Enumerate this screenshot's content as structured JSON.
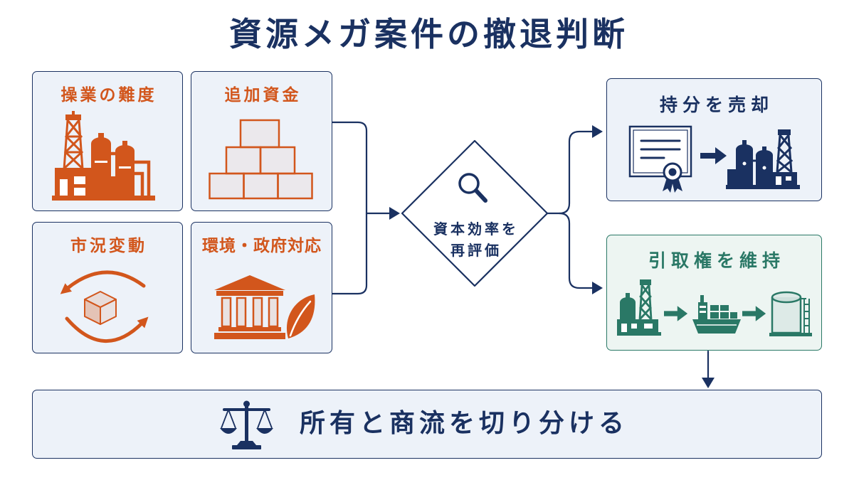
{
  "title": "資源メガ案件の撤退判断",
  "colors": {
    "navy": "#1a3161",
    "orange": "#d2561c",
    "teal": "#2a7866",
    "panel": "#edf2f9",
    "panel_teal": "#edf5f2"
  },
  "factors": [
    {
      "label": "操業の難度",
      "icon": "refinery-icon"
    },
    {
      "label": "追加資金",
      "icon": "stacked-boxes-icon"
    },
    {
      "label": "市況変動",
      "icon": "market-cycle-icon"
    },
    {
      "label": "環境・政府対応",
      "icon": "government-leaf-icon"
    }
  ],
  "decision": {
    "lines": [
      "資本効率を",
      "再評価"
    ],
    "icon": "magnifier-icon"
  },
  "outcomes": [
    {
      "label": "持分を売却",
      "icons": [
        "certificate-icon",
        "arrow-right-icon",
        "plant-icon"
      ]
    },
    {
      "label": "引取権を維持",
      "icons": [
        "plant-icon",
        "arrow-right-icon",
        "cargo-ship-icon",
        "arrow-right-icon",
        "storage-tank-icon"
      ]
    }
  ],
  "conclusion": {
    "label": "所有と商流を切り分ける",
    "icon": "balance-scale-icon"
  }
}
